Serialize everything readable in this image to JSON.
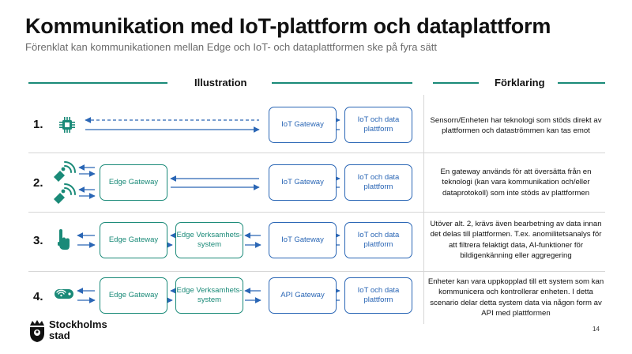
{
  "page": {
    "title": "Kommunikation med IoT-plattform och dataplattform",
    "subtitle": "Förenklat kan kommunikationen mellan Edge och IoT- och dataplattformen ske på fyra sätt",
    "page_number": "14"
  },
  "headers": {
    "illustration": "Illustration",
    "explanation": "Förklaring"
  },
  "colors": {
    "accent_green": "#1a8a78",
    "accent_blue": "#2a66b5"
  },
  "rows": [
    {
      "number": "1.",
      "icon": "chip-icon",
      "boxes": {
        "gateway": "IoT Gateway",
        "platform": "IoT och data plattform"
      },
      "explanation": "Sensorn/Enheten har teknologi som stöds direkt av plattformen och dataströmmen kan tas emot"
    },
    {
      "number": "2.",
      "icon": "wireless-sensor-icon",
      "boxes": {
        "edge": "Edge Gateway",
        "gateway": "IoT Gateway",
        "platform": "IoT och data plattform"
      },
      "explanation": "En gateway används för att översätta från en teknologi (kan vara kommunikation och/eller dataprotokoll) som inte stöds av plattformen"
    },
    {
      "number": "3.",
      "icon": "touch-hand-icon",
      "boxes": {
        "edge": "Edge Gateway",
        "business": "Edge Verksamhets-system",
        "gateway": "IoT Gateway",
        "platform": "IoT och data plattform"
      },
      "explanation": "Utöver alt. 2, krävs även bearbetning av data innan det delas till plattformen. T.ex. anomilitetsanalys för att filtrera felaktigt data, AI-funktioner för bildigenkänning eller aggregering"
    },
    {
      "number": "4.",
      "icon": "wifi-tag-icon",
      "boxes": {
        "edge": "Edge Gateway",
        "business": "Edge Verksamhets-system",
        "gateway": "API Gateway",
        "platform": "IoT och data plattform"
      },
      "explanation": "Enheter kan vara uppkopplad till ett system som kan kommunicera och kontrollerar enheten. I detta scenario delar detta system data via någon form av API med plattformen"
    }
  ],
  "brand": {
    "line1": "Stockholms",
    "line2": "stad"
  }
}
